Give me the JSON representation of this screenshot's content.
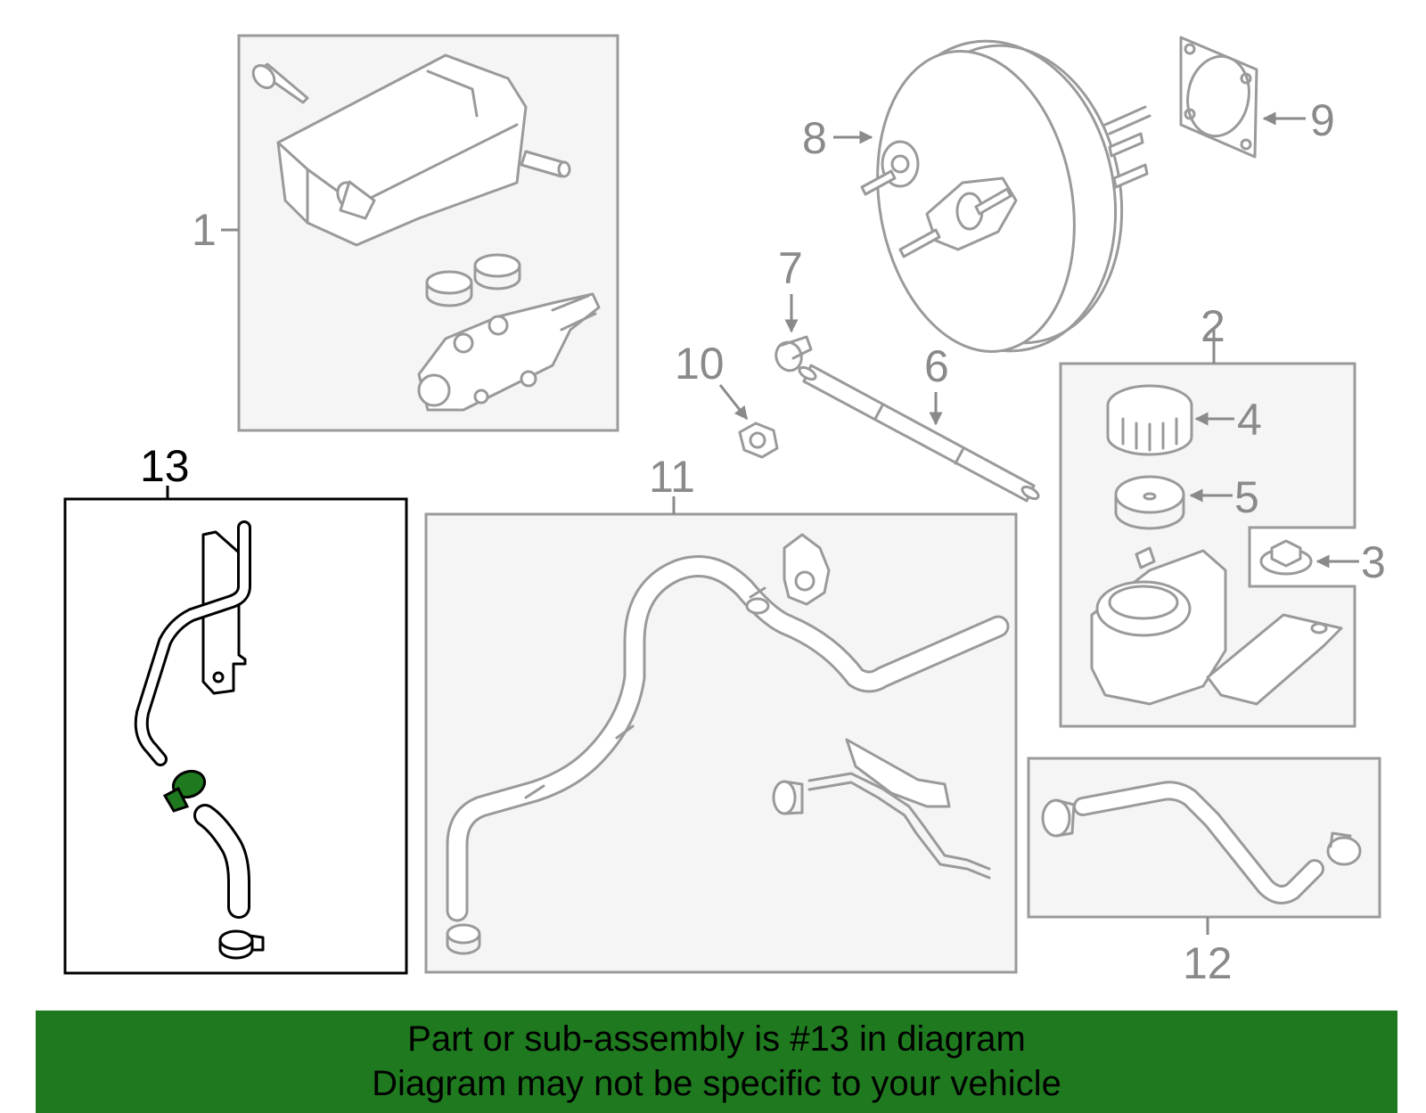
{
  "callouts": {
    "c1": "1",
    "c2": "2",
    "c3": "3",
    "c4": "4",
    "c5": "5",
    "c6": "6",
    "c7": "7",
    "c8": "8",
    "c9": "9",
    "c10": "10",
    "c11": "11",
    "c12": "12",
    "c13": "13"
  },
  "selected_callout": "13",
  "colors": {
    "banner": "#1f7a1f",
    "highlight_part": "#1f7a1f",
    "part_outline": "#9a9a9a",
    "box_fill": "#f5f5f5"
  },
  "banner": {
    "line1": "Part or sub-assembly is #13 in diagram",
    "line2": "Diagram may not be specific to your vehicle"
  }
}
